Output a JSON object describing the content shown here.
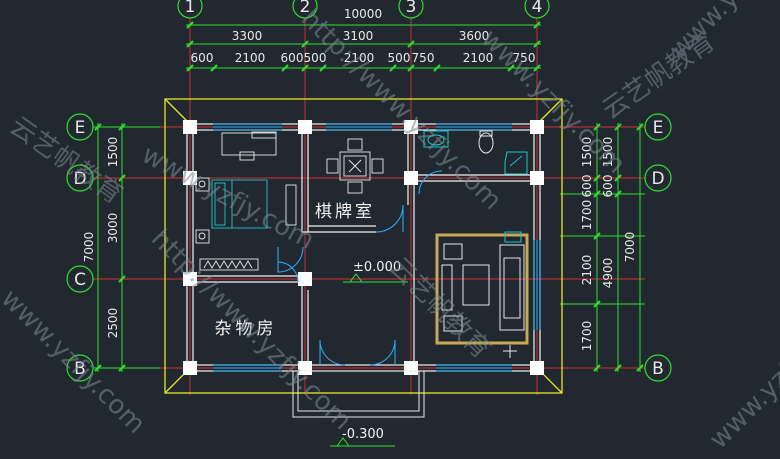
{
  "colors": {
    "background": "#212830",
    "dimension_line": "#2ee02e",
    "dimension_text": "#e8e8e8",
    "axis_line": "#d83030",
    "wall": "#f2f2f2",
    "column": "#ffffff",
    "outline": "#e6e61e",
    "furniture": "#e8e8e8",
    "furniture_accent": "#19c8c8",
    "window": "#2ab4ff",
    "rug": "#c8a850",
    "watermark": "#7f8a94"
  },
  "axes_top": [
    "1",
    "2",
    "3",
    "4"
  ],
  "axes_side": [
    "E",
    "D",
    "C",
    "B"
  ],
  "dims_top": {
    "total": "10000",
    "spans": [
      "3300",
      "3100",
      "3600"
    ],
    "segments": [
      "600",
      "2100",
      "600",
      "500",
      "2100",
      "500",
      "750",
      "2100",
      "750"
    ]
  },
  "dims_left": {
    "total": "7000",
    "spans": [
      "1500",
      "3000",
      "2500"
    ]
  },
  "dims_right": {
    "total": "7000",
    "spans": [
      "1500",
      "600",
      "4900"
    ],
    "segments": [
      "1500",
      "600",
      "1700",
      "2100",
      "1700"
    ]
  },
  "rooms": {
    "chess_room": "棋牌室",
    "storage": "杂物房"
  },
  "levels": {
    "floor": "±0.000",
    "step": "-0.300"
  },
  "watermarks": [
    "www.yzfjy.com",
    "http://www.yzfjy.com",
    "云艺帆教育"
  ]
}
